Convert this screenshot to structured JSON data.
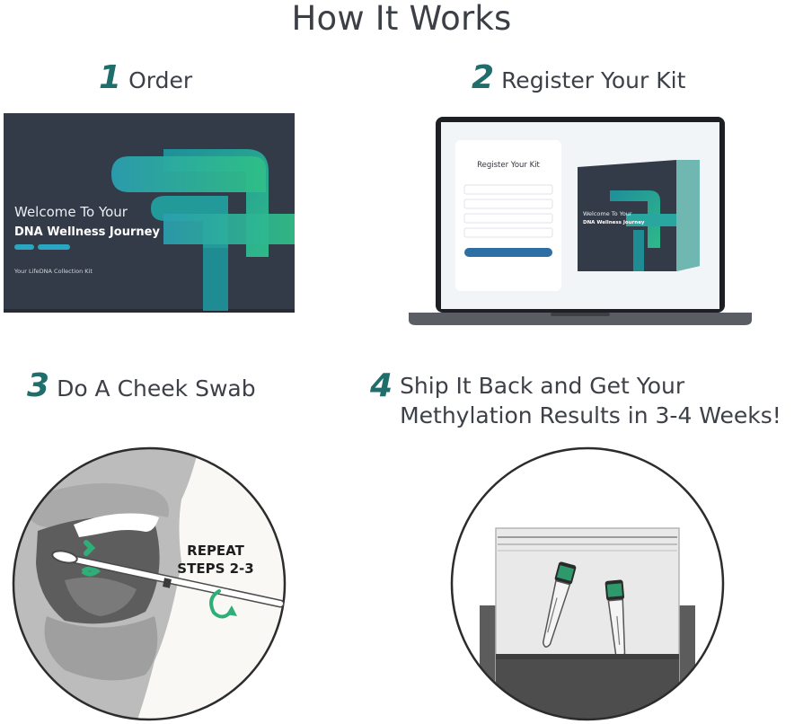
{
  "title": "How It Works",
  "steps": [
    {
      "number": "1",
      "label": "Order"
    },
    {
      "number": "2",
      "label": "Register Your Kit"
    },
    {
      "number": "3",
      "label": "Do A Cheek Swab"
    },
    {
      "number": "4",
      "label_line1": "Ship It Back and Get Your",
      "label_line2": "Methylation Results in 3-4 Weeks!"
    }
  ],
  "kit_box": {
    "line1": "Welcome To Your",
    "line2": "DNA Wellness Journey",
    "footer": "Your LifeDNA Collection Kit"
  },
  "laptop": {
    "form_title": "Register Your Kit",
    "box_line1": "Welcome To Your",
    "box_line2": "DNA Wellness Journey"
  },
  "swab": {
    "repeat_line1": "REPEAT",
    "repeat_line2": "STEPS 2-3"
  },
  "colors": {
    "teal_dark": "#1f6e6b",
    "teal": "#2aa6a1",
    "green": "#2fbf86",
    "navy": "#333a47",
    "blue_button": "#2d6fa3"
  }
}
